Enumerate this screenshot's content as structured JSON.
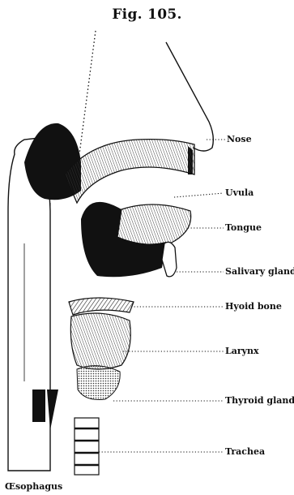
{
  "figure": {
    "title": "Fig. 105."
  },
  "labels": {
    "nose": "Nose",
    "uvula": "Uvula",
    "tongue": "Tongue",
    "salivary_gland": "Salivary gland",
    "hyoid_bone": "Hyoid bone",
    "larynx": "Larynx",
    "thyroid_gland": "Thyroid gland",
    "trachea": "Trachea",
    "oesophagus": "Œsophagus"
  }
}
